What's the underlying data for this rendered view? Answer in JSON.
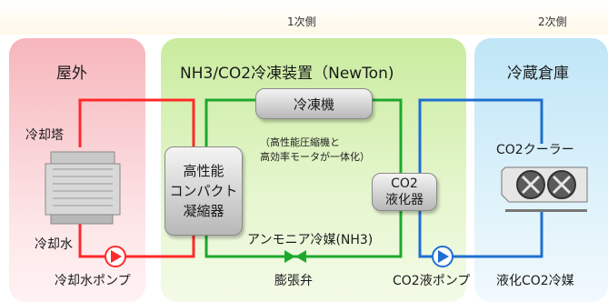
{
  "sections": {
    "primary_label": "1次側",
    "secondary_label": "2次側"
  },
  "panels": {
    "outdoor": "屋外",
    "unit": "NH3/CO2冷凍装置（NewTon)",
    "warehouse": "冷蔵倉庫"
  },
  "labels": {
    "cooling_tower": "冷却塔",
    "cooling_water": "冷却水",
    "cooling_water_pump": "冷却水ポンプ",
    "refrigerator": "冷凍機",
    "note_line1": "（高性能圧縮機と",
    "note_line2": "高効率モータが一体化）",
    "condenser_line1": "高性能",
    "condenser_line2": "コンパクト",
    "condenser_line3": "凝縮器",
    "co2_liquefier_line1": "CO2",
    "co2_liquefier_line2": "液化器",
    "ammonia_refrigerant": "アンモニア冷媒(NH3)",
    "expansion_valve": "膨張弁",
    "co2_pump": "CO2液ポンプ",
    "co2_cooler": "CO2クーラー",
    "liquefied_co2": "液化CO2冷媒"
  },
  "colors": {
    "water_loop": "#ff2a2a",
    "ammonia_loop": "#1ea82e",
    "co2_loop": "#1f6fd1"
  }
}
